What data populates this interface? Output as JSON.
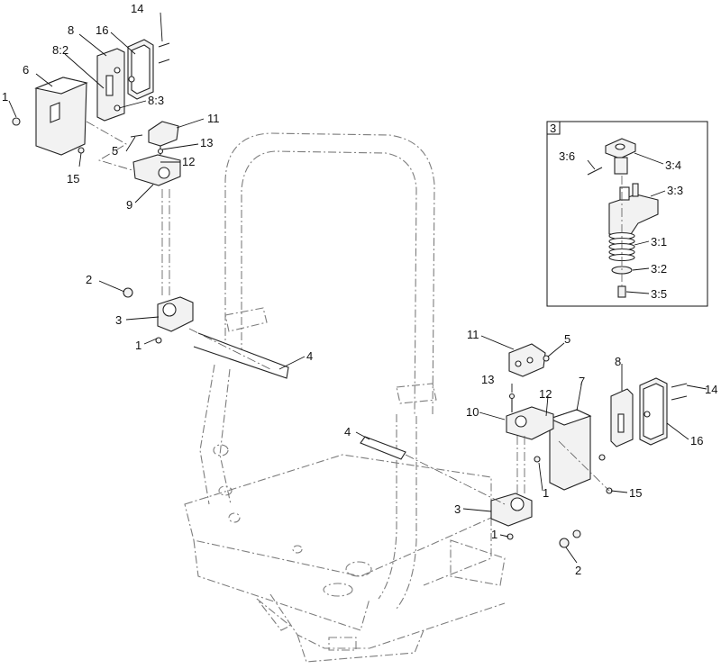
{
  "inset": {
    "label": "3"
  },
  "callouts": {
    "c1_a": "1",
    "c1_b": "1",
    "c1_c": "1",
    "c1_d": "1",
    "c2_a": "2",
    "c2_b": "2",
    "c3_a": "3",
    "c3_b": "3",
    "c4_a": "4",
    "c4_b": "4",
    "c5_a": "5",
    "c5_b": "5",
    "c6": "6",
    "c7": "7",
    "c8_a": "8",
    "c8_b": "8",
    "c8_2": "8:2",
    "c8_3": "8:3",
    "c9": "9",
    "c10": "10",
    "c11_a": "11",
    "c11_b": "11",
    "c12_a": "12",
    "c12_b": "12",
    "c13_a": "13",
    "c13_b": "13",
    "c14_a": "14",
    "c14_b": "14",
    "c15_a": "15",
    "c15_b": "15",
    "c16_a": "16",
    "c16_b": "16",
    "c3_1": "3:1",
    "c3_2": "3:2",
    "c3_3": "3:3",
    "c3_4": "3:4",
    "c3_5": "3:5",
    "c3_6": "3:6"
  }
}
